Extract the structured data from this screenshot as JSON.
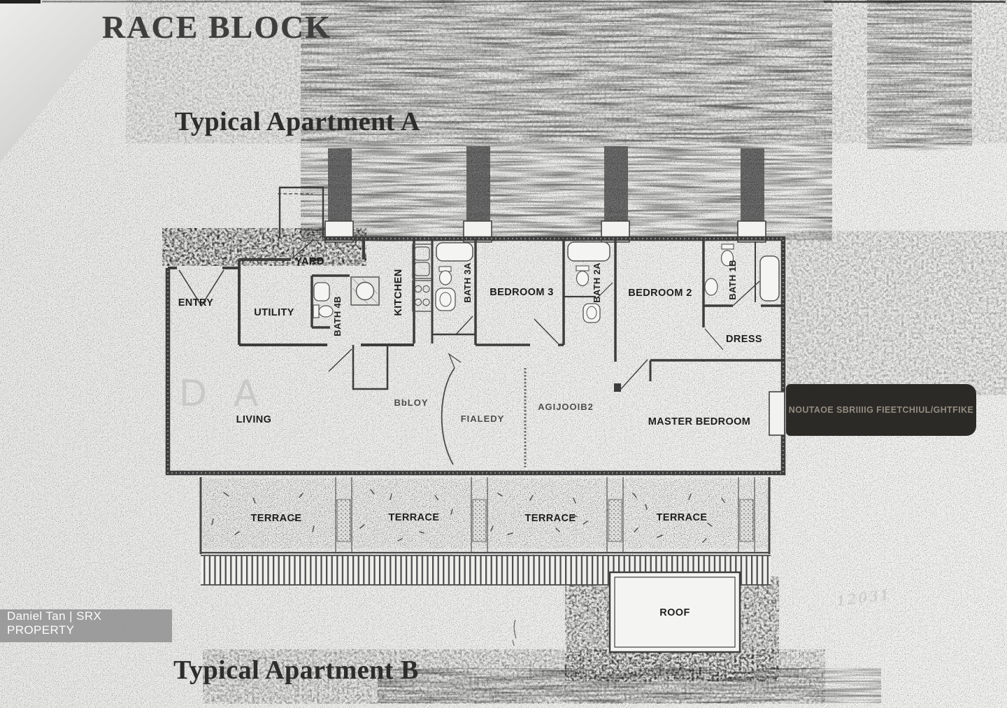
{
  "page": {
    "title": "RACE BLOCK",
    "heading_apartment_a": "Typical Apartment A",
    "heading_apartment_b": "Typical Apartment B",
    "watermark": "Daniel Tan | SRX PROPERTY",
    "scribble": "12031"
  },
  "banner": {
    "text": "NOUTAOE SBRIIIIG FIEETCHIUL/GHTFIKE"
  },
  "floorplan": {
    "rooms": {
      "entry": "ENTRY",
      "yard": "YARD",
      "utility": "UTILITY",
      "bath_4b": "BATH 4B",
      "kitchen": "KITCHEN",
      "bath_3a": "BATH 3A",
      "bedroom_3": "BEDROOM 3",
      "bath_2a": "BATH 2A",
      "bedroom_2": "BEDROOM 2",
      "bath_1b": "BATH 1B",
      "dress": "DRESS",
      "living": "LIVING",
      "master_bedroom": "MASTER BEDROOM",
      "roof": "ROOF"
    },
    "terraces": [
      "TERRACE",
      "TERRACE",
      "TERRACE",
      "TERRACE"
    ],
    "garbled_labels": {
      "label_1": "BbLOY",
      "label_2": "FIALEDY",
      "label_3": "AGIJOOIB2"
    },
    "ghost_letters": {
      "d": "D",
      "a": "A"
    }
  },
  "colors": {
    "paper": "#f2f2f0",
    "ink": "#3d3d3d",
    "banner_bg": "#2b2a27",
    "banner_text": "#948c80",
    "watermark_bg": "#979797",
    "watermark_text": "#fcfcfc",
    "ghost": "#c9c9c9"
  }
}
